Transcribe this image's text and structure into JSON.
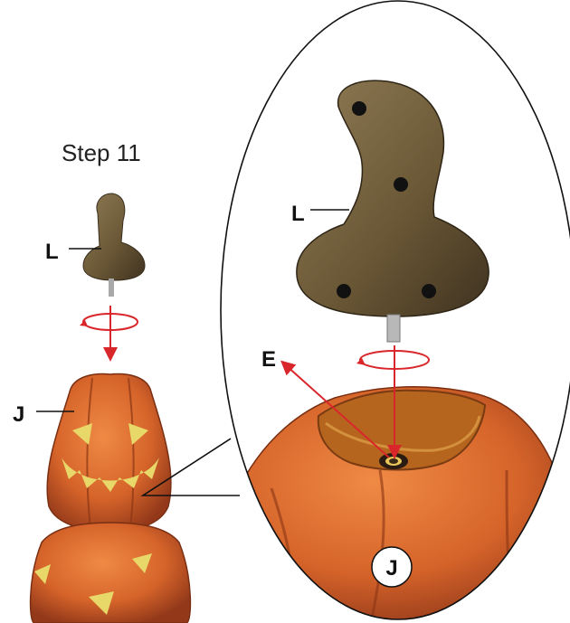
{
  "step_title": "Step 11",
  "labels": {
    "cap_small": "L",
    "pumpkin_small": "J",
    "cap_zoom": "L",
    "port_zoom": "E",
    "pumpkin_zoom_badge": "J"
  },
  "colors": {
    "arrow": "#d9262b",
    "pumpkin": "#d9682a",
    "pumpkin_dark": "#9c3f16",
    "cap": "#6e5a3c",
    "face_glow": "#e8d86a"
  },
  "icons": {
    "rotate": "rotate-arrow-icon",
    "down": "down-arrow-icon"
  }
}
